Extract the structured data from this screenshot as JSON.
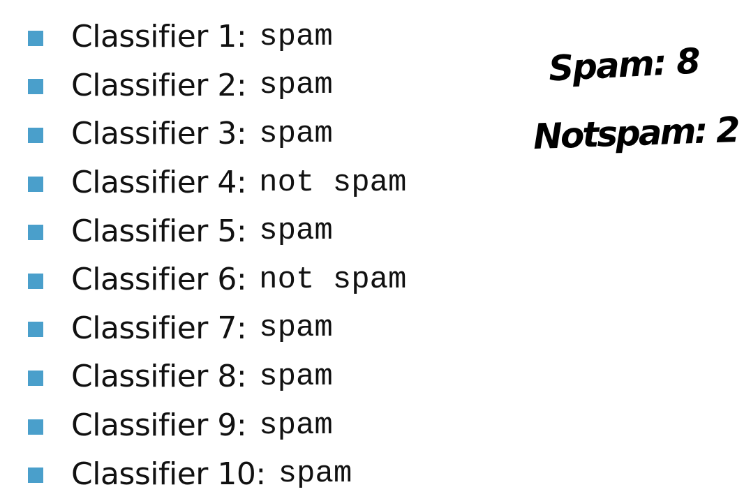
{
  "classifiers": [
    {
      "label": "Classifier 1:",
      "value": "spam"
    },
    {
      "label": "Classifier 2:",
      "value": "spam"
    },
    {
      "label": "Classifier 3:",
      "value": "spam"
    },
    {
      "label": "Classifier 4:",
      "value": "not spam"
    },
    {
      "label": "Classifier 5:",
      "value": "spam"
    },
    {
      "label": "Classifier 6:",
      "value": "not spam"
    },
    {
      "label": "Classifier 7:",
      "value": "spam"
    },
    {
      "label": "Classifier 8:",
      "value": "spam"
    },
    {
      "label": "Classifier 9:",
      "value": "spam"
    },
    {
      "label": "Classifier 10:",
      "value": "spam"
    }
  ],
  "handwritten_notes": {
    "spam_line": "Spam: 8",
    "not_spam_line": "Notspam: 2"
  },
  "colors": {
    "bullet": "#4a9fcb",
    "text": "#111111",
    "ink": "#000000"
  }
}
